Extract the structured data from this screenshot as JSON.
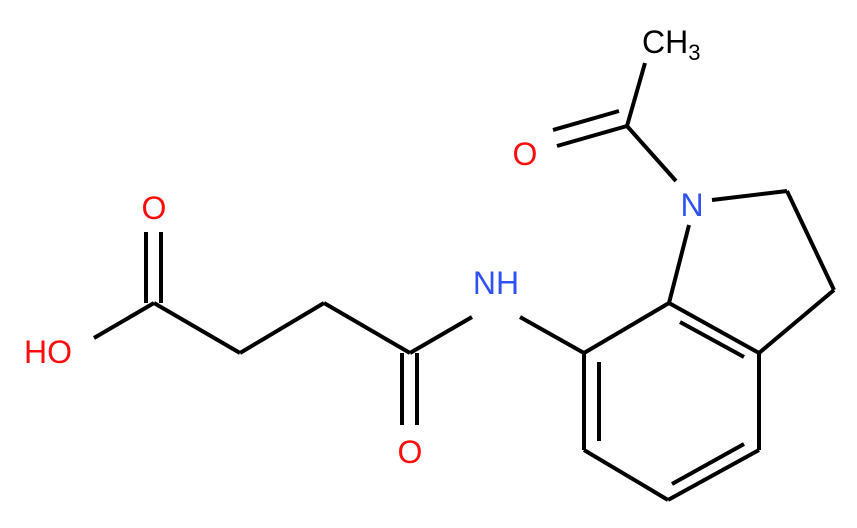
{
  "colors": {
    "bond": "#000000",
    "oxygen": "#ff0d0d",
    "nitrogen": "#3050f8",
    "carbon": "#000000"
  },
  "atoms": {
    "methyl": {
      "main": "CH",
      "sub": "3"
    },
    "acetyl_oxygen": "O",
    "indoline_nitrogen": "N",
    "amide_nitrogen": "NH",
    "acid_carbonyl_oxygen": "O",
    "hydroxyl": "HO",
    "amide_oxygen": "O"
  }
}
